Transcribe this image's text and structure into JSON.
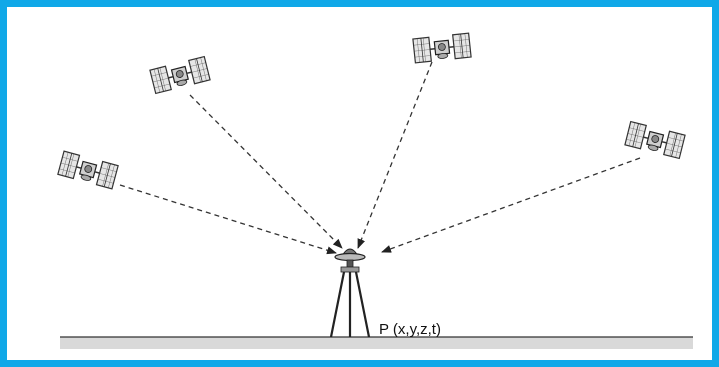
{
  "diagram": {
    "point_label": "P (x,y,z,t)",
    "frame_color": "#10a8e8",
    "satellite_count": 4,
    "signal_style": "dashed",
    "icons": [
      "satellite-icon",
      "gnss-antenna-icon",
      "tripod-icon",
      "ground-icon"
    ]
  }
}
